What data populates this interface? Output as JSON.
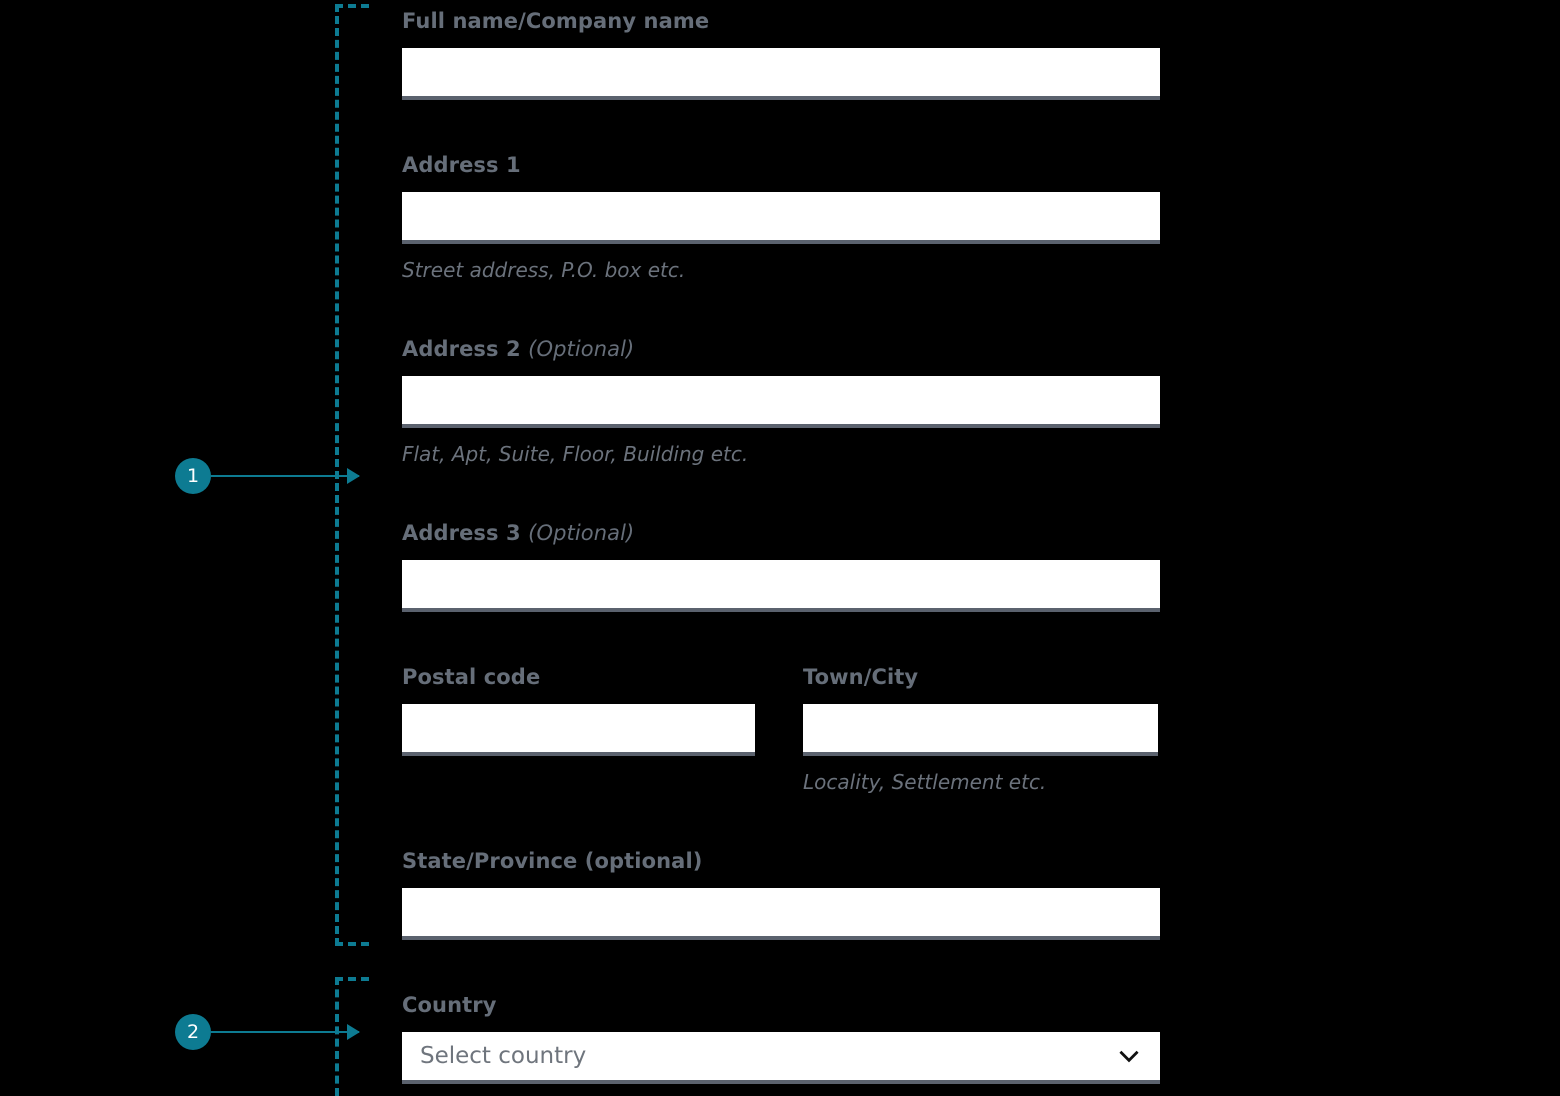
{
  "theme": {
    "background": "#000000",
    "accent_teal": "#0d7b92",
    "label_color": "#666e79",
    "helper_color": "#6b727c",
    "input_background": "#ffffff",
    "input_underline": "#5b626e"
  },
  "annotations": {
    "markers": [
      {
        "number": "1",
        "target": "address-fields-group"
      },
      {
        "number": "2",
        "target": "country-field-group"
      }
    ]
  },
  "form": {
    "fields": [
      {
        "key": "full_name",
        "label": "Full name/Company name",
        "optional_suffix": "",
        "value": "",
        "helper": ""
      },
      {
        "key": "address_1",
        "label": "Address 1",
        "optional_suffix": "",
        "value": "",
        "helper": "Street address, P.O. box etc."
      },
      {
        "key": "address_2",
        "label": "Address 2",
        "optional_suffix": "(Optional)",
        "value": "",
        "helper": "Flat, Apt, Suite, Floor, Building etc."
      },
      {
        "key": "address_3",
        "label": "Address 3",
        "optional_suffix": "(Optional)",
        "value": "",
        "helper": ""
      },
      {
        "key": "postal_code",
        "label": "Postal code",
        "optional_suffix": "",
        "value": "",
        "helper": ""
      },
      {
        "key": "town_city",
        "label": "Town/City",
        "optional_suffix": "",
        "value": "",
        "helper": "Locality, Settlement etc."
      },
      {
        "key": "state_province",
        "label": "State/Province (optional)",
        "optional_suffix": "",
        "value": "",
        "helper": ""
      }
    ],
    "country": {
      "label": "Country",
      "placeholder": "Select country",
      "selected": "",
      "icon": "chevron-down-icon"
    }
  }
}
